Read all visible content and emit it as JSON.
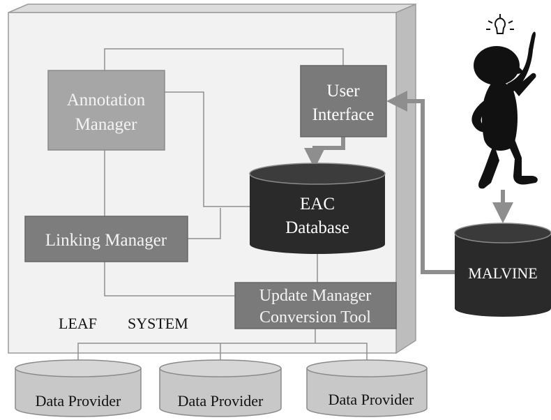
{
  "annotation_manager": {
    "line1": "Annotation",
    "line2": "Manager"
  },
  "user_interface": {
    "line1": "User",
    "line2": "Interface"
  },
  "eac_database": {
    "line1": "EAC",
    "line2": "Database"
  },
  "linking_manager": {
    "label": "Linking Manager"
  },
  "update_manager": {
    "line1": "Update Manager",
    "line2": "Conversion Tool"
  },
  "system_label": {
    "word1": "LEAF",
    "word2": "SYSTEM"
  },
  "malvine": {
    "label": "MALVINE"
  },
  "data_providers": [
    {
      "label": "Data Provider"
    },
    {
      "label": "Data Provider"
    },
    {
      "label": "Data Provider"
    }
  ],
  "colors": {
    "panel_face": "#f2f2f2",
    "panel_side": "#bdbdbd",
    "box_light": "#a6a6a6",
    "box_mid": "#7a7a7a",
    "db_dark": "#2a2a2a",
    "db_light": "#c8c8c8",
    "arrow": "#8e8e8e"
  }
}
